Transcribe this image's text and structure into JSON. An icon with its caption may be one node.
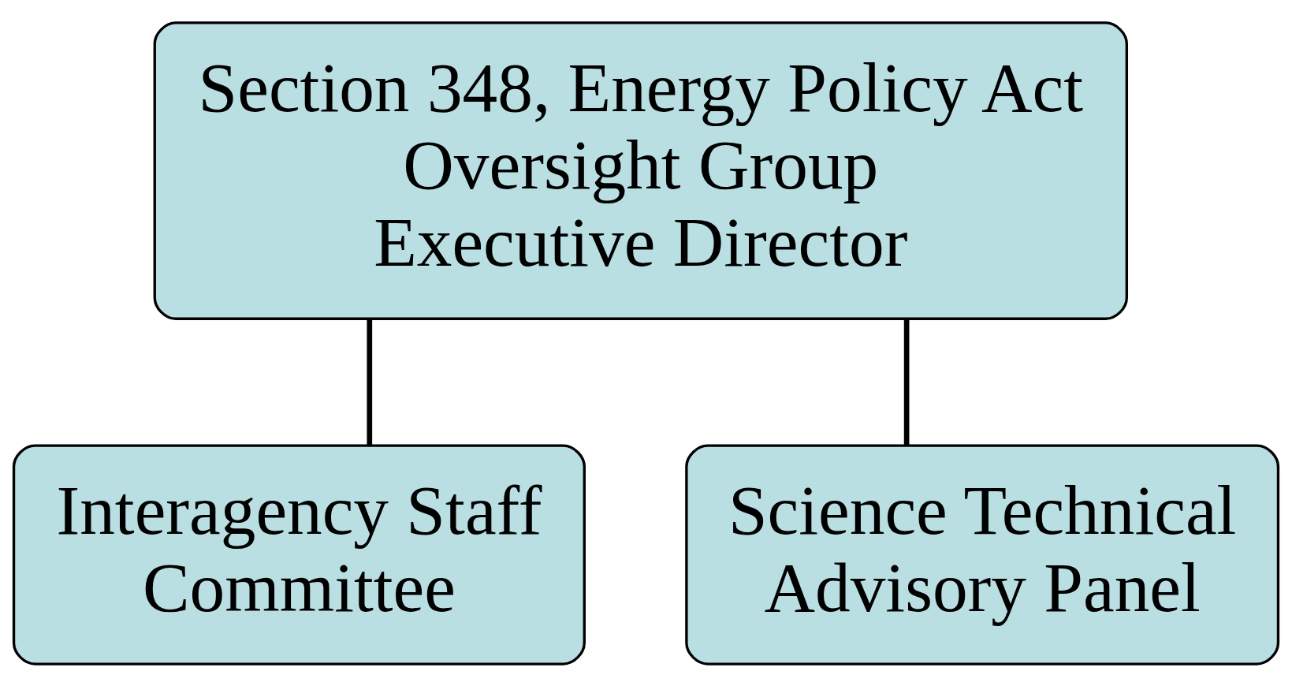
{
  "diagram": {
    "nodes": [
      {
        "text": [
          "Section 348, Energy Policy Act Oversight Group Executive Director"
        ]
      },
      {
        "text": [
          "Interagency Staff Committee"
        ]
      },
      {
        "text": [
          "Science Technical Advisory Panel"
        ]
      }
    ],
    "edges": [
      {
        "from": 0,
        "to": 1,
        "arrow": "none"
      },
      {
        "from": 0,
        "to": 2,
        "arrow": "none"
      }
    ]
  }
}
